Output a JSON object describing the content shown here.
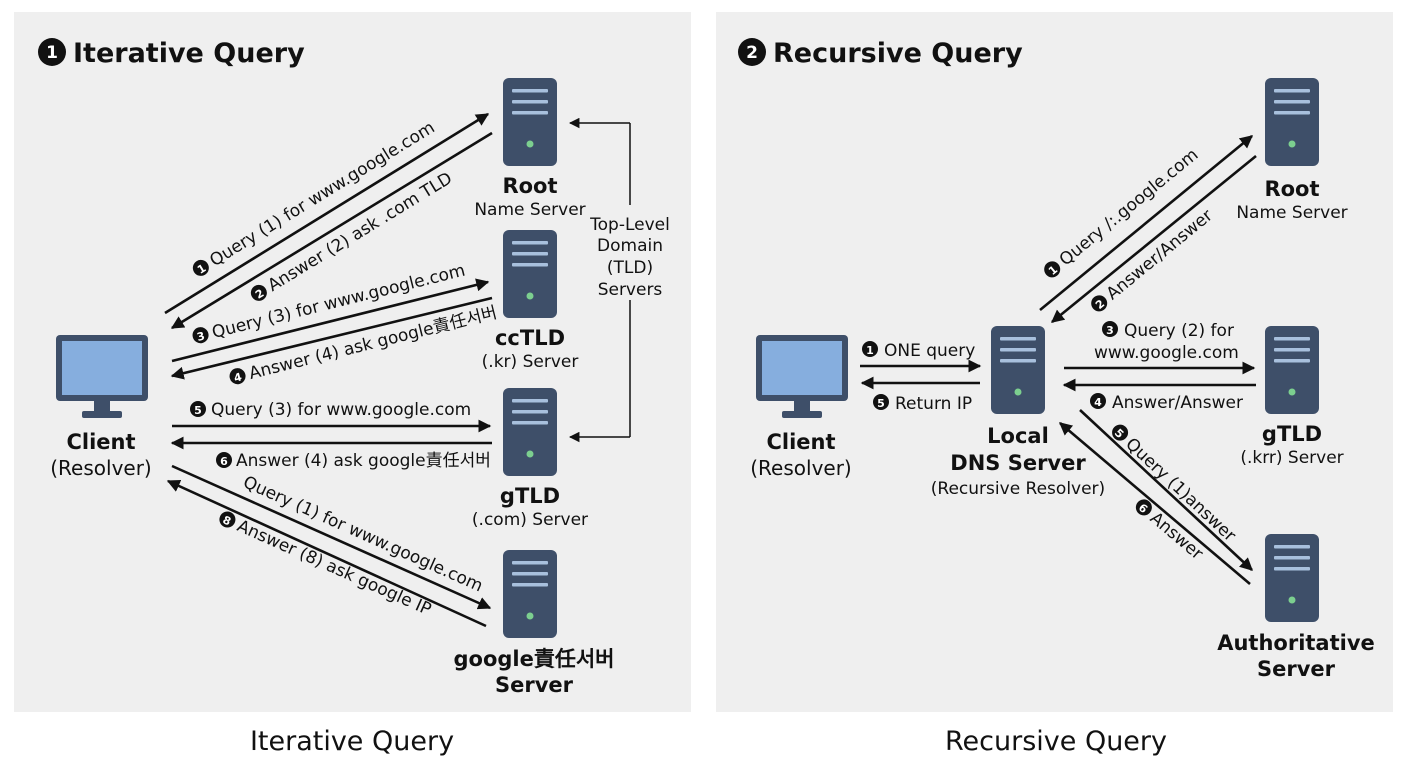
{
  "left": {
    "badge": "1",
    "title": "Iterative Query",
    "caption": "Iterative Query",
    "client": {
      "name": "Client",
      "sub": "(Resolver)"
    },
    "root": {
      "name": "Root",
      "sub": "Name Server"
    },
    "cctld": {
      "name": "ccTLD",
      "sub": "(.kr) Server"
    },
    "gtld": {
      "name": "gTLD",
      "sub": "(.com) Server"
    },
    "google": {
      "name": "google責任서버",
      "sub": "Server"
    },
    "tld_group": [
      "Top-Level",
      "Domain",
      "(TLD)",
      "Servers"
    ],
    "arrows": [
      {
        "num": "1",
        "text": "Query (1) for www.google.com"
      },
      {
        "num": "2",
        "text": "Answer (2) ask .com TLD"
      },
      {
        "num": "3",
        "text": "Query (3) for www.google.com"
      },
      {
        "num": "4",
        "text": "Answer (4) ask google責任서버"
      },
      {
        "num": "5",
        "text": "Query (3) for www.google.com"
      },
      {
        "num": "6",
        "text": "Answer (4) ask google責任서버"
      },
      {
        "num": "",
        "text": "Query (1) for www.google.com"
      },
      {
        "num": "8",
        "text": "Answer (8) ask google IP"
      }
    ]
  },
  "right": {
    "badge": "2",
    "title": "Recursive Query",
    "caption": "Recursive Query",
    "client": {
      "name": "Client",
      "sub": "(Resolver)"
    },
    "local": {
      "name1": "Local",
      "name2": "DNS Server",
      "sub": "(Recursive Resolver)"
    },
    "root": {
      "name": "Root",
      "sub": "Name Server"
    },
    "gtld": {
      "name": "gTLD",
      "sub": "(.krr) Server"
    },
    "auth": {
      "name1": "Authoritative",
      "name2": "Server"
    },
    "arrows": [
      {
        "num": "1",
        "text": "ONE query"
      },
      {
        "num": "5",
        "text": "Return IP"
      },
      {
        "num": "1",
        "text": "Query /:.google.com"
      },
      {
        "num": "2",
        "text": "Answer/Answer"
      },
      {
        "num": "3",
        "text": "Query (2) for"
      },
      {
        "num": "",
        "text": "www.google.com"
      },
      {
        "num": "4",
        "text": "Answer/Answer"
      },
      {
        "num": "5",
        "text": "Query (1)answer"
      },
      {
        "num": "6",
        "text": "Answer"
      }
    ]
  }
}
